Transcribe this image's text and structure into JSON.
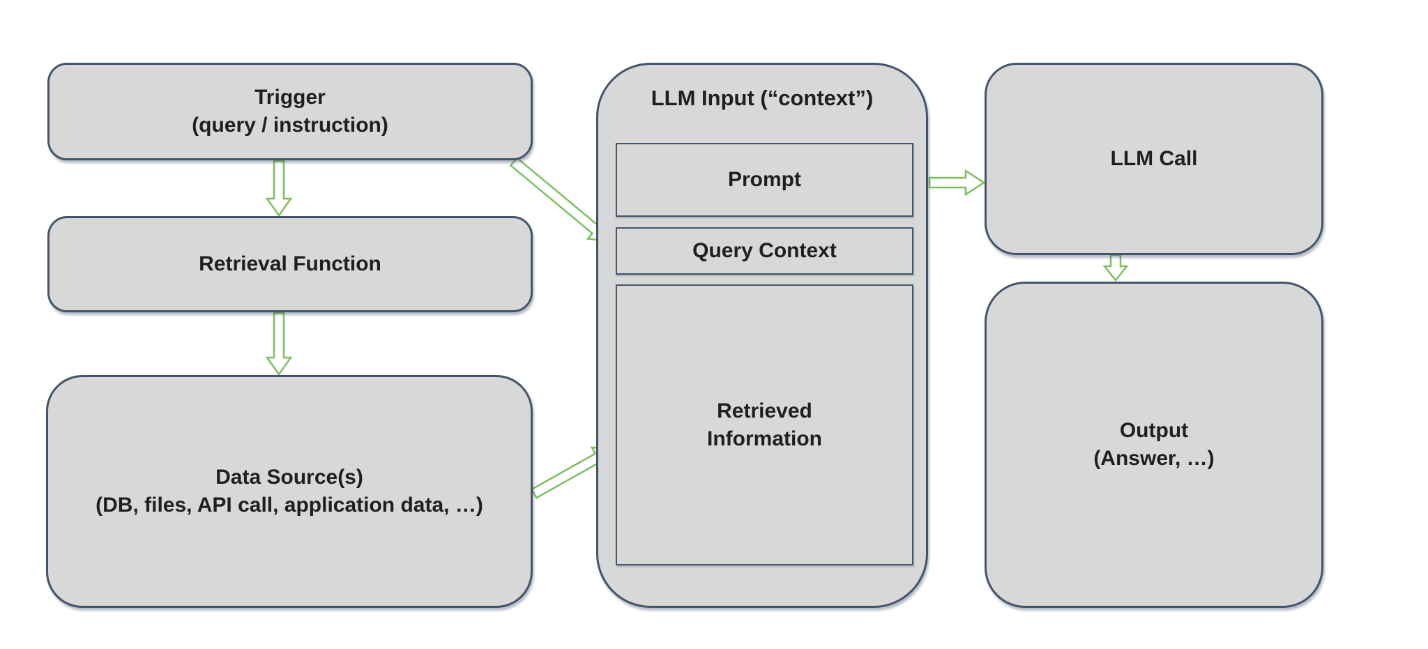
{
  "palette": {
    "box_fill": "#d8d8d8",
    "box_border": "#44546a",
    "arrow_green": "#7ebe5d",
    "text_color": "#1f1f1f",
    "background": "#ffffff"
  },
  "nodes": {
    "trigger": {
      "line1": "Trigger",
      "line2": "(query / instruction)"
    },
    "retrieval_function": {
      "label": "Retrieval Function"
    },
    "data_sources": {
      "line1": "Data Source(s)",
      "line2": "(DB, files, API call, application data, …)"
    },
    "llm_input": {
      "title": "LLM Input (“context”)",
      "prompt_label": "Prompt",
      "query_context_label": "Query Context",
      "retrieved_information_label": "Retrieved Information"
    },
    "llm_call": {
      "label": "LLM Call"
    },
    "output": {
      "line1": "Output",
      "line2": "(Answer, …)"
    }
  },
  "edges": [
    {
      "from": "trigger",
      "to": "retrieval-function"
    },
    {
      "from": "retrieval-function",
      "to": "data-sources"
    },
    {
      "from": "trigger",
      "to": "llm-input-query-context"
    },
    {
      "from": "data-sources",
      "to": "llm-input-retrieved-information"
    },
    {
      "from": "llm-input",
      "to": "llm-call"
    },
    {
      "from": "llm-call",
      "to": "output"
    }
  ]
}
